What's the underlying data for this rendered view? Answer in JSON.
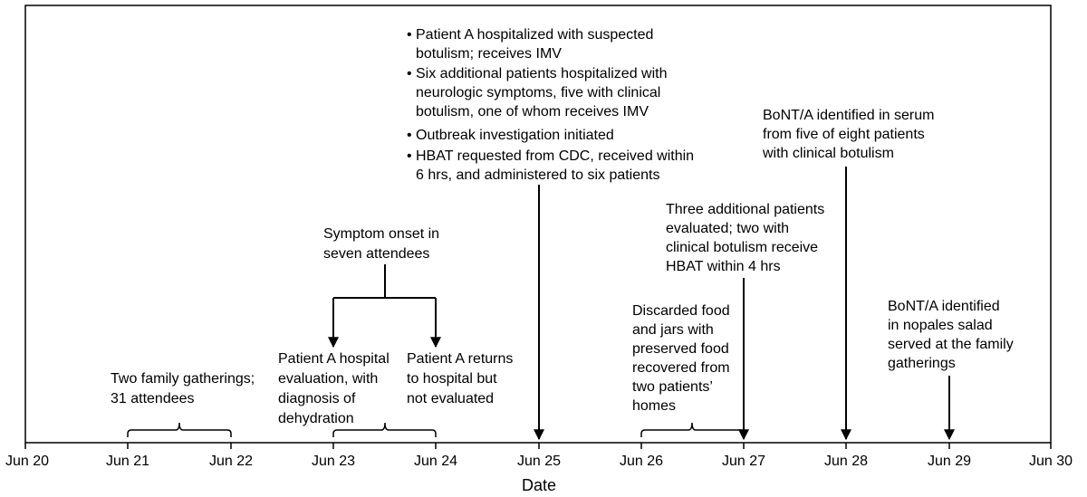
{
  "axis": {
    "title": "Date",
    "ticks": [
      "Jun 20",
      "Jun 21",
      "Jun 22",
      "Jun 23",
      "Jun 24",
      "Jun 25",
      "Jun 26",
      "Jun 27",
      "Jun 28",
      "Jun 29",
      "Jun 30"
    ]
  },
  "events": {
    "gatherings": {
      "lines": [
        "Two family gatherings;",
        "31 attendees"
      ]
    },
    "symptom_onset": {
      "lines": [
        "Symptom onset in",
        "seven attendees"
      ]
    },
    "hospital_eval": {
      "lines": [
        "Patient A hospital",
        "evaluation, with",
        "diagnosis of",
        "dehydration"
      ]
    },
    "returns": {
      "lines": [
        "Patient A returns",
        "to hospital but",
        "not evaluated"
      ]
    },
    "jun25": {
      "bullets": [
        [
          "Patient A hospitalized with suspected",
          "botulism; receives IMV"
        ],
        [
          "Six additional patients hospitalized with",
          "neurologic symptoms, five with clinical",
          "botulism, one of whom receives IMV"
        ],
        [
          "Outbreak investigation initiated"
        ],
        [
          "HBAT requested from CDC, received within",
          "6 hrs, and administered to six patients"
        ]
      ]
    },
    "food": {
      "lines": [
        "Discarded food",
        "and jars with",
        "preserved food",
        "recovered from",
        "two patients’",
        "homes"
      ]
    },
    "three_patients": {
      "lines": [
        "Three additional patients",
        "evaluated; two with",
        "clinical botulism receive",
        "HBAT within 4 hrs"
      ]
    },
    "serum": {
      "lines": [
        "BoNT/A identified in serum",
        "from five of eight patients",
        "with clinical botulism"
      ]
    },
    "nopales": {
      "lines": [
        "BoNT/A identified",
        "in nopales salad",
        "served at the family",
        "gatherings"
      ]
    }
  }
}
